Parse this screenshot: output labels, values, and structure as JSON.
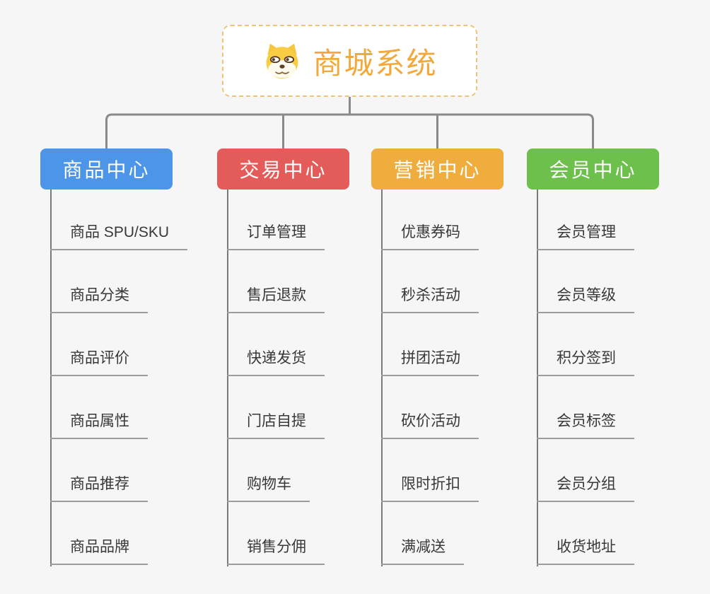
{
  "canvas": {
    "background_color": "#F6F6F6",
    "connector_color": "#8A8A8A",
    "underline_color": "#9C9C9C"
  },
  "root": {
    "label": "商城系统",
    "icon": "dog-face-icon",
    "text_color": "#F2A93C",
    "border_color": "#F1C379"
  },
  "branches": [
    {
      "label": "商品中心",
      "color": "#4C95E8",
      "items": [
        "商品 SPU/SKU",
        "商品分类",
        "商品评价",
        "商品属性",
        "商品推荐",
        "商品品牌"
      ]
    },
    {
      "label": "交易中心",
      "color": "#E45C5A",
      "items": [
        "订单管理",
        "售后退款",
        "快递发货",
        "门店自提",
        "购物车",
        "销售分佣"
      ]
    },
    {
      "label": "营销中心",
      "color": "#EEAD3D",
      "items": [
        "优惠券码",
        "秒杀活动",
        "拼团活动",
        "砍价活动",
        "限时折扣",
        "满减送"
      ]
    },
    {
      "label": "会员中心",
      "color": "#6CC04B",
      "items": [
        "会员管理",
        "会员等级",
        "积分签到",
        "会员标签",
        "会员分组",
        "收货地址"
      ]
    }
  ]
}
